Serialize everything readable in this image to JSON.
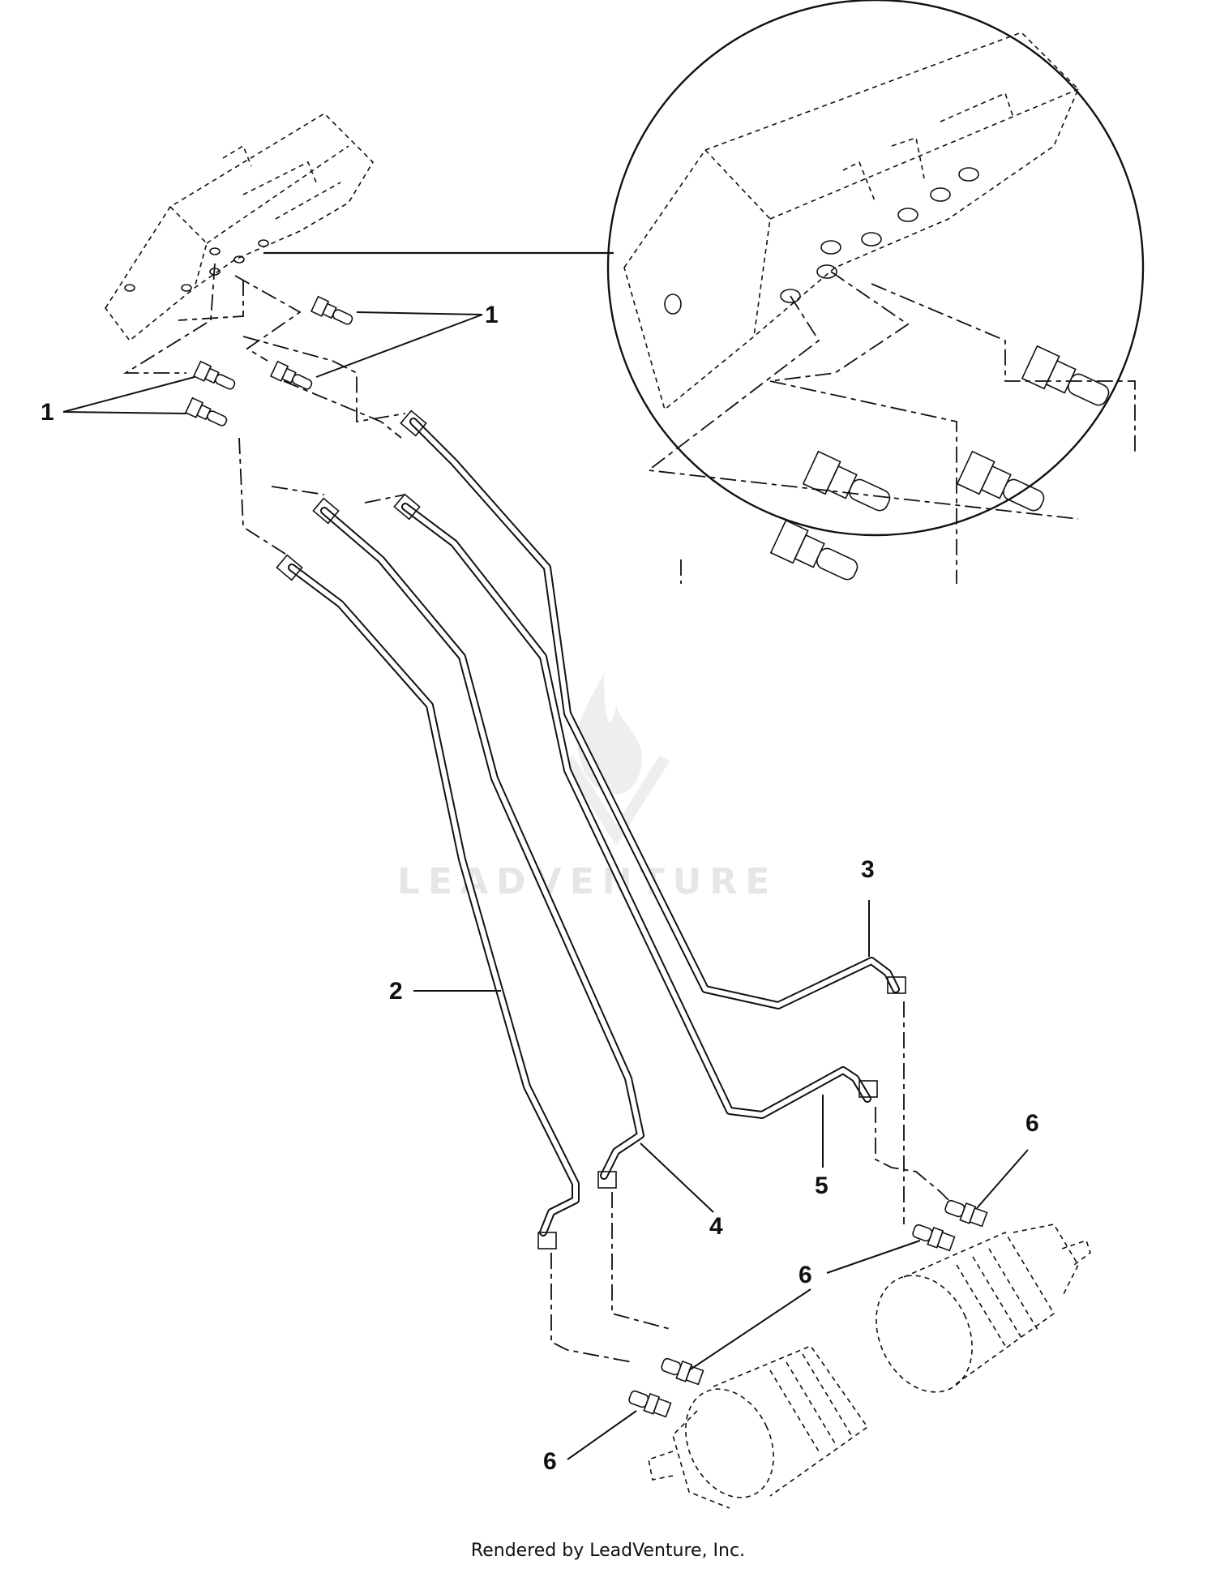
{
  "callouts": {
    "c1a": "1",
    "c1b": "1",
    "c2": "2",
    "c3": "3",
    "c4": "4",
    "c5": "5",
    "c6a": "6",
    "c6b": "6",
    "c6c": "6"
  },
  "watermark": "LEADVENTURE",
  "footer": "Rendered by LeadVenture, Inc."
}
